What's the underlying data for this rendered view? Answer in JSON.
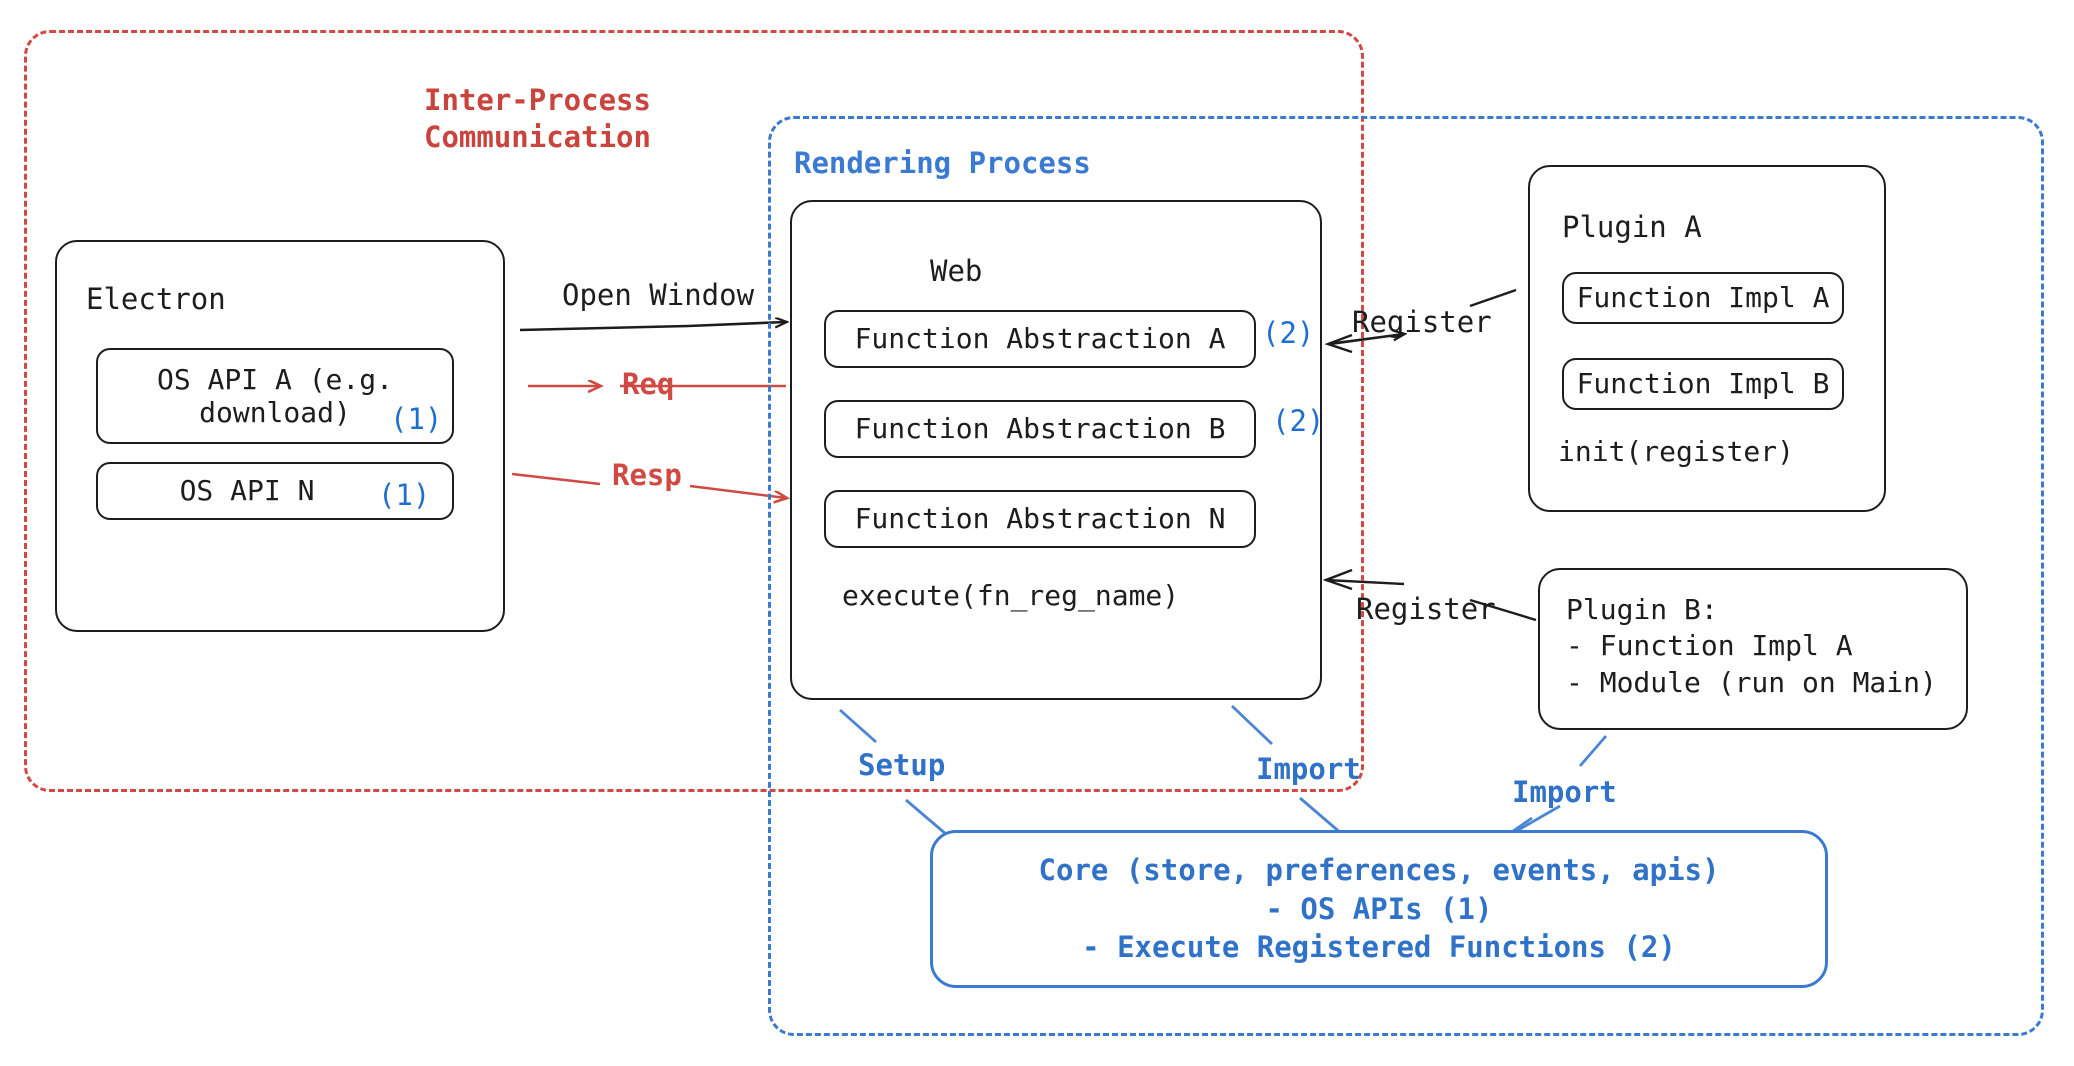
{
  "diagram": {
    "groups": {
      "ipc": {
        "label": "Inter-Process\nCommunication",
        "color": "#c8443c"
      },
      "rendering": {
        "label": "Rendering Process",
        "color": "#3b7ad1"
      }
    },
    "electron": {
      "title": "Electron",
      "apis": [
        {
          "label": "OS API A (e.g.\ndownload)",
          "marker": "(1)"
        },
        {
          "label": "OS API N",
          "marker": "(1)"
        }
      ]
    },
    "web": {
      "title": "Web",
      "abstractions": [
        {
          "label": "Function Abstraction A",
          "marker": "(2)"
        },
        {
          "label": "Function Abstraction B",
          "marker": "(2)"
        },
        {
          "label": "Function Abstraction N",
          "marker": ""
        }
      ],
      "execute": "execute(fn_reg_name)"
    },
    "plugin_a": {
      "title": "Plugin A",
      "impls": [
        "Function Impl A",
        "Function Impl B"
      ],
      "init": "init(register)"
    },
    "plugin_b": {
      "text": "Plugin B:\n- Function Impl A\n- Module (run on Main)"
    },
    "core": {
      "text": "Core (store, preferences, events, apis)\n- OS APIs (1)\n- Execute Registered Functions (2)",
      "color": "#2f72c8"
    },
    "edges": {
      "open_window": "Open Window",
      "req": "Req",
      "resp": "Resp",
      "register_plugin_a": "Register",
      "register_plugin_b": "Register",
      "setup": "Setup",
      "import_web": "Import",
      "import_plugin_b": "Import"
    },
    "colors": {
      "red": "#d04a43",
      "blue": "#3b7ad1",
      "blue_text": "#2f72c8",
      "ink": "#1d1d1d"
    }
  }
}
